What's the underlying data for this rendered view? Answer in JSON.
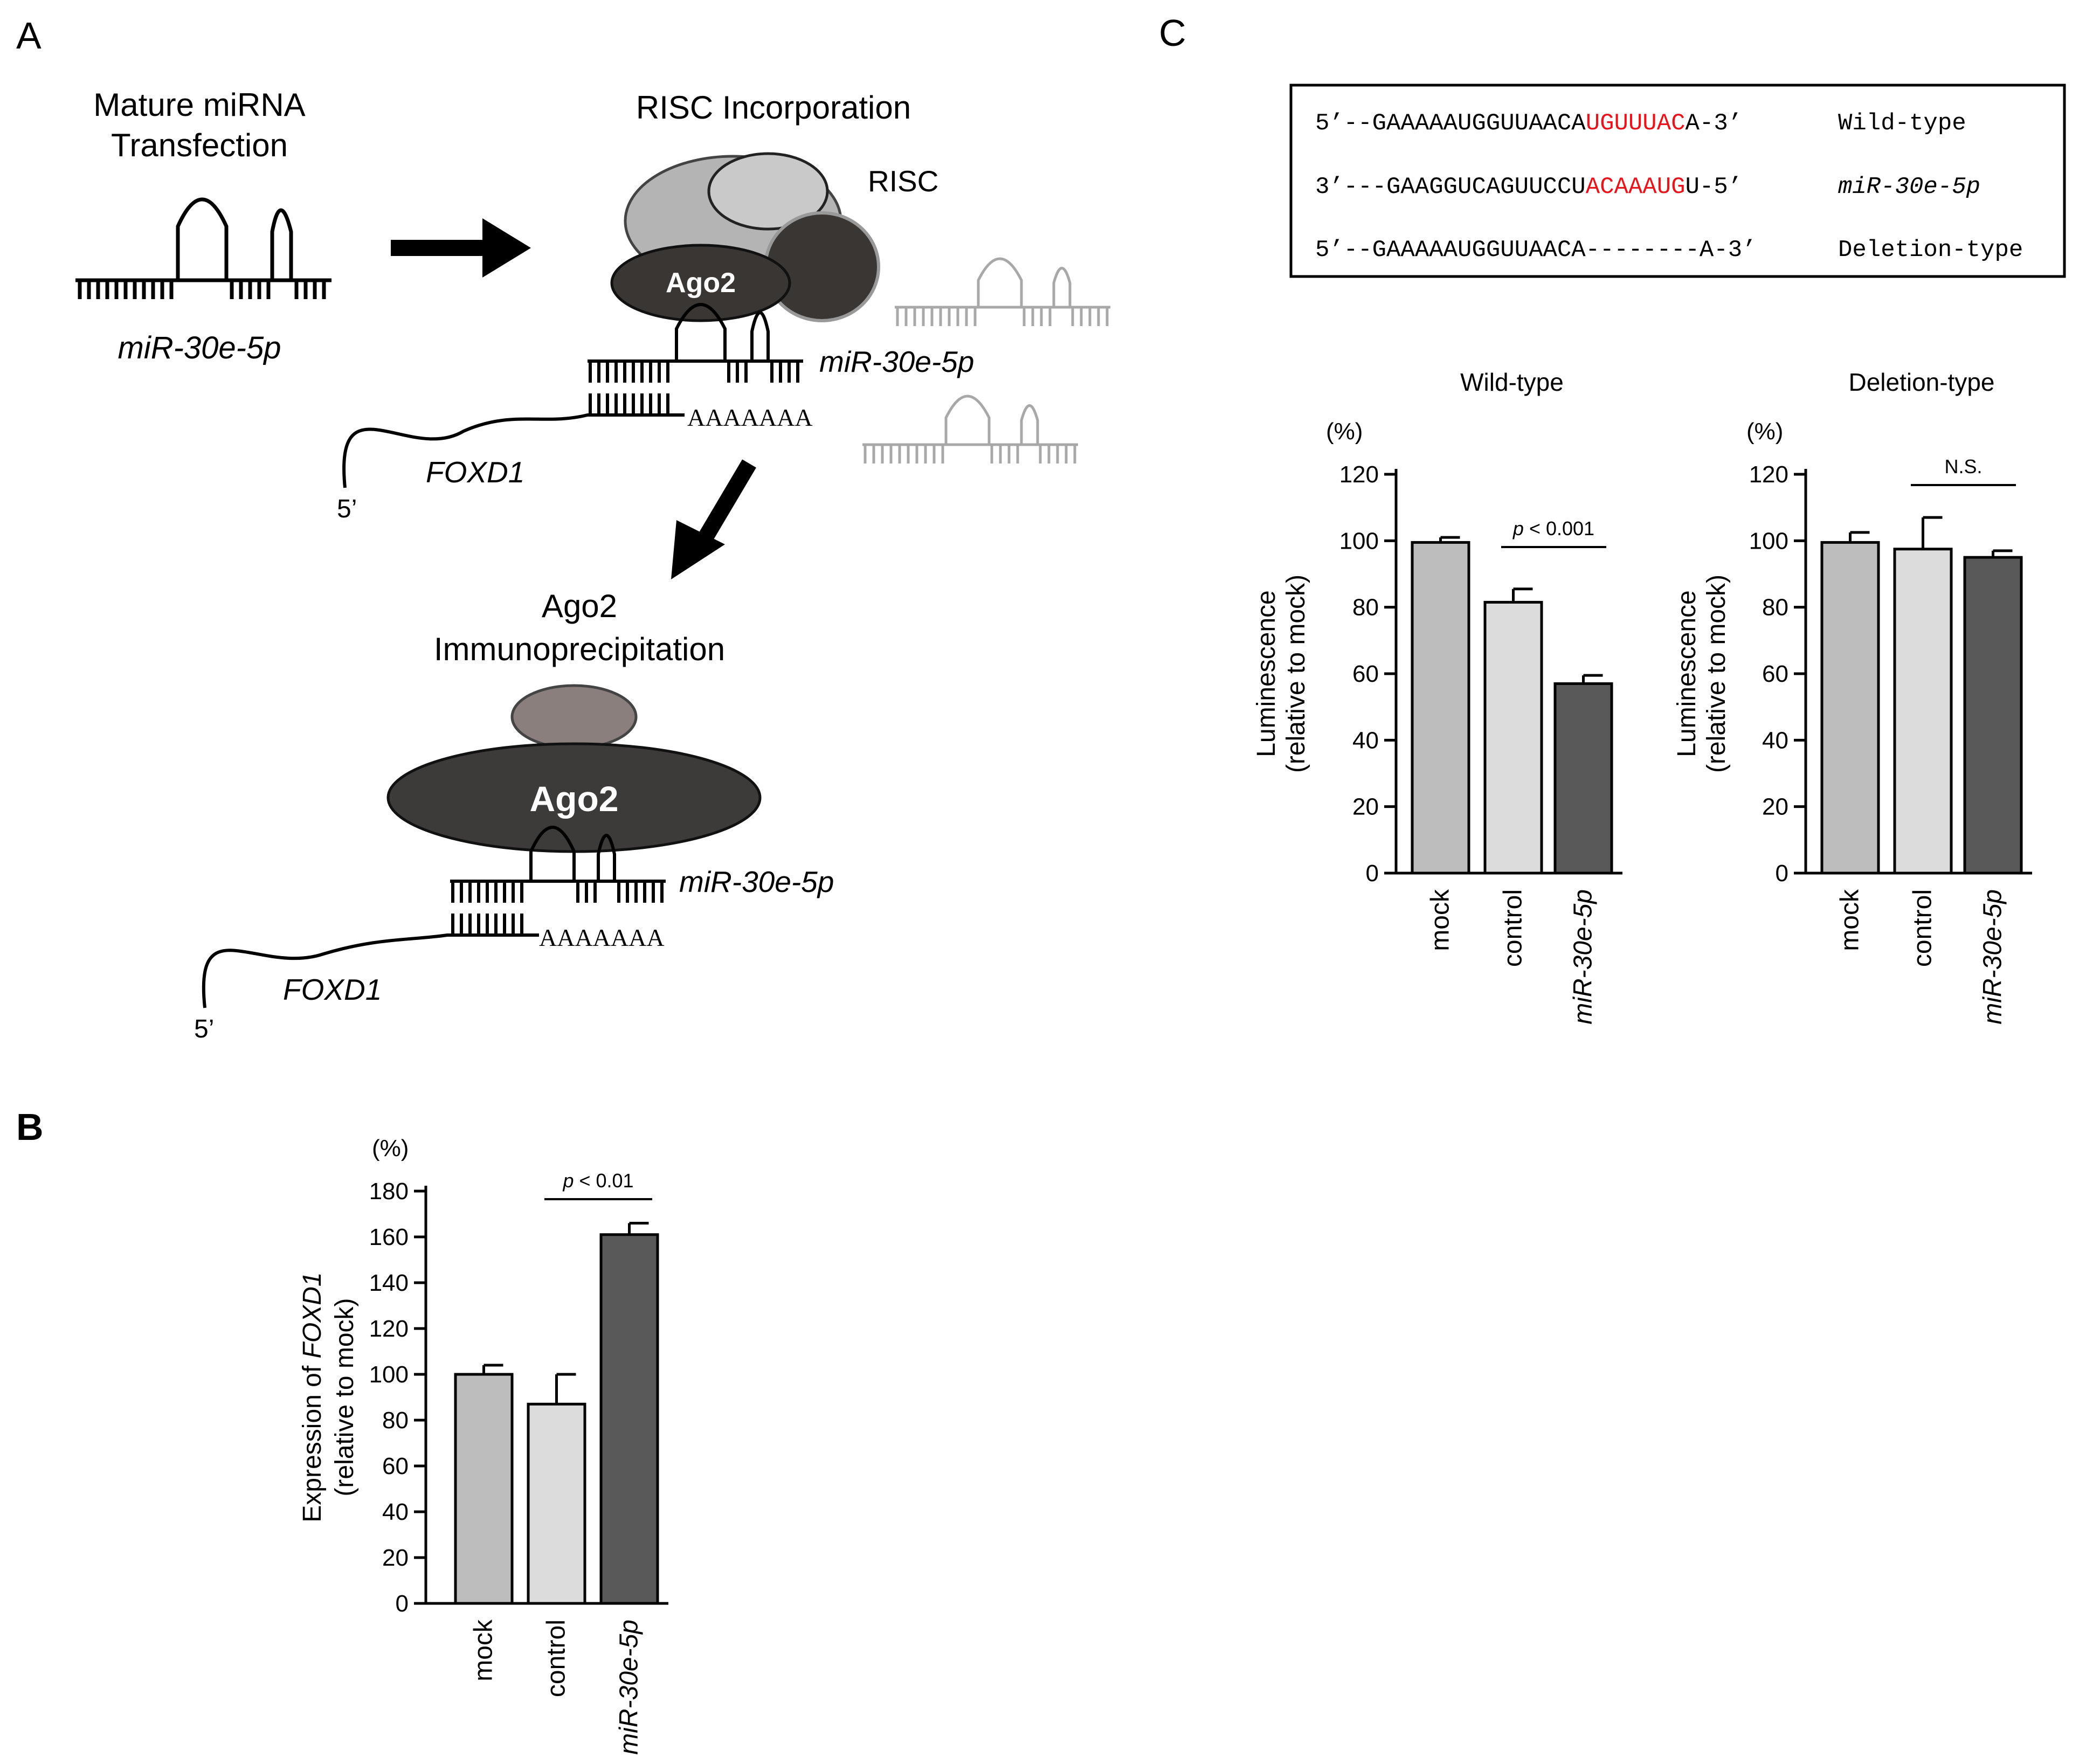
{
  "panel_labels": {
    "a": "A",
    "b": "B",
    "c": "C"
  },
  "panel_a": {
    "step1_line1": "Mature miRNA",
    "step1_line2": "Transfection",
    "mirna_label_1": "miR-30e-5p",
    "step2_title": "RISC Incorporation",
    "risc_label": "RISC",
    "ago2_small": "Ago2",
    "mirna_label_2": "miR-30e-5p",
    "polya_1": "AAAAAAA",
    "gene_label_1": "FOXD1",
    "five_prime_1": "5’",
    "step3_line1": "Ago2",
    "step3_line2": "Immunoprecipitation",
    "ago2_large": "Ago2",
    "mirna_label_3": "miR-30e-5p",
    "polya_2": "AAAAAAA",
    "gene_label_2": "FOXD1",
    "five_prime_2": "5’"
  },
  "panel_c_sequences": [
    {
      "prefix": "5’--GAAAAAUGGUUAACA",
      "highlight": "UGUUUAC",
      "suffix": "A-3’",
      "label": "Wild-type"
    },
    {
      "prefix": "3’---GAAGGUCAGUUCCU",
      "highlight": "ACAAAUG",
      "suffix": "U-5’",
      "label": "miR-30e-5p"
    },
    {
      "prefix": "5’--GAAAAAUGGUUAACA--------A-3’",
      "highlight": "",
      "suffix": "",
      "label": "Deletion-type"
    }
  ],
  "colors": {
    "highlight": "#e8141c",
    "bar_mock": "#bdbdbd",
    "bar_control": "#dcdcdc",
    "bar_mir": "#595959",
    "protein_light": "#b4b4b4",
    "protein_mid": "#c9c9c9",
    "protein_dark": "#3a3634",
    "ago2_dark": "#3d3b39",
    "antibody": "#8a7f7d",
    "faint_rna": "#a8a8a8"
  },
  "chart_data": [
    {
      "type": "bar",
      "panel": "B",
      "title": "",
      "unit": "(%)",
      "ylabel_prefix": "Expression of ",
      "ylabel_gene": "FOXD1",
      "ylabel_line2": "(relative to mock)",
      "categories": [
        "mock",
        "control",
        "miR-30e-5p"
      ],
      "values": [
        100,
        87,
        161
      ],
      "errors": [
        4,
        13,
        5
      ],
      "ylim": [
        0,
        180
      ],
      "yticks": [
        0,
        20,
        40,
        60,
        80,
        100,
        120,
        140,
        160,
        180
      ],
      "significance": {
        "from": 1,
        "to": 2,
        "label": "p < 0.01"
      },
      "grid": false
    },
    {
      "type": "bar",
      "panel": "C",
      "title": "Wild-type",
      "unit": "(%)",
      "ylabel_line1": "Luminescence",
      "ylabel_line2": "(relative to mock)",
      "categories": [
        "mock",
        "control",
        "miR-30e-5p"
      ],
      "values": [
        99.5,
        81.5,
        57
      ],
      "errors": [
        1.5,
        4,
        2.5
      ],
      "ylim": [
        0,
        120
      ],
      "yticks": [
        0,
        20,
        40,
        60,
        80,
        100,
        120
      ],
      "significance": {
        "from": 1,
        "to": 2,
        "label": "p < 0.001"
      },
      "grid": false
    },
    {
      "type": "bar",
      "panel": "C",
      "title": "Deletion-type",
      "unit": "(%)",
      "ylabel_line1": "Luminescence",
      "ylabel_line2": "(relative to mock)",
      "categories": [
        "mock",
        "control",
        "miR-30e-5p"
      ],
      "values": [
        99.5,
        97.5,
        95
      ],
      "errors": [
        3,
        9.5,
        2
      ],
      "ylim": [
        0,
        120
      ],
      "yticks": [
        0,
        20,
        40,
        60,
        80,
        100,
        120
      ],
      "significance": {
        "from": 1,
        "to": 2,
        "label": "N.S."
      },
      "grid": false
    }
  ]
}
